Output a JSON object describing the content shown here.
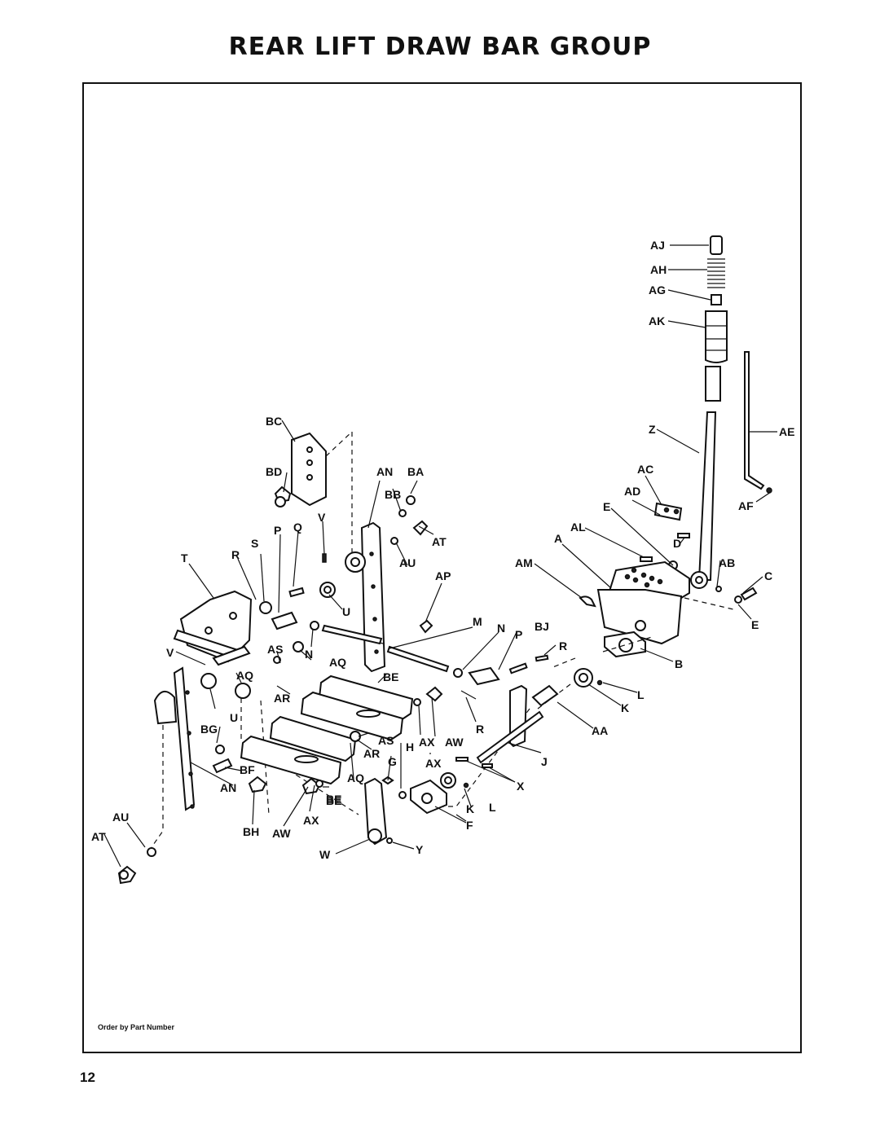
{
  "title": "REAR LIFT DRAW BAR GROUP",
  "footnote": "Order by Part Number",
  "page_number": "12",
  "callouts": [
    "AJ",
    "AH",
    "AG",
    "AK",
    "AE",
    "Z",
    "AC",
    "AD",
    "AF",
    "E",
    "AL",
    "D",
    "A",
    "AM",
    "AB",
    "C",
    "E",
    "B",
    "L",
    "K",
    "AA",
    "J",
    "X",
    "L",
    "K",
    "F",
    "Y",
    "W",
    "BC",
    "BD",
    "AN",
    "BA",
    "BB",
    "AT",
    "AU",
    "AP",
    "Q",
    "V",
    "P",
    "S",
    "R",
    "T",
    "U",
    "N",
    "AS",
    "AQ",
    "V",
    "AQ",
    "AR",
    "U",
    "BG",
    "BF",
    "AN",
    "AT",
    "AU",
    "BE",
    "M",
    "N",
    "P",
    "BJ",
    "R",
    "BE",
    "R",
    "AS",
    "AR",
    "AX",
    "AW",
    "H",
    "G",
    "AX",
    "AQ",
    "BE",
    "AX",
    "BH",
    "AW"
  ]
}
